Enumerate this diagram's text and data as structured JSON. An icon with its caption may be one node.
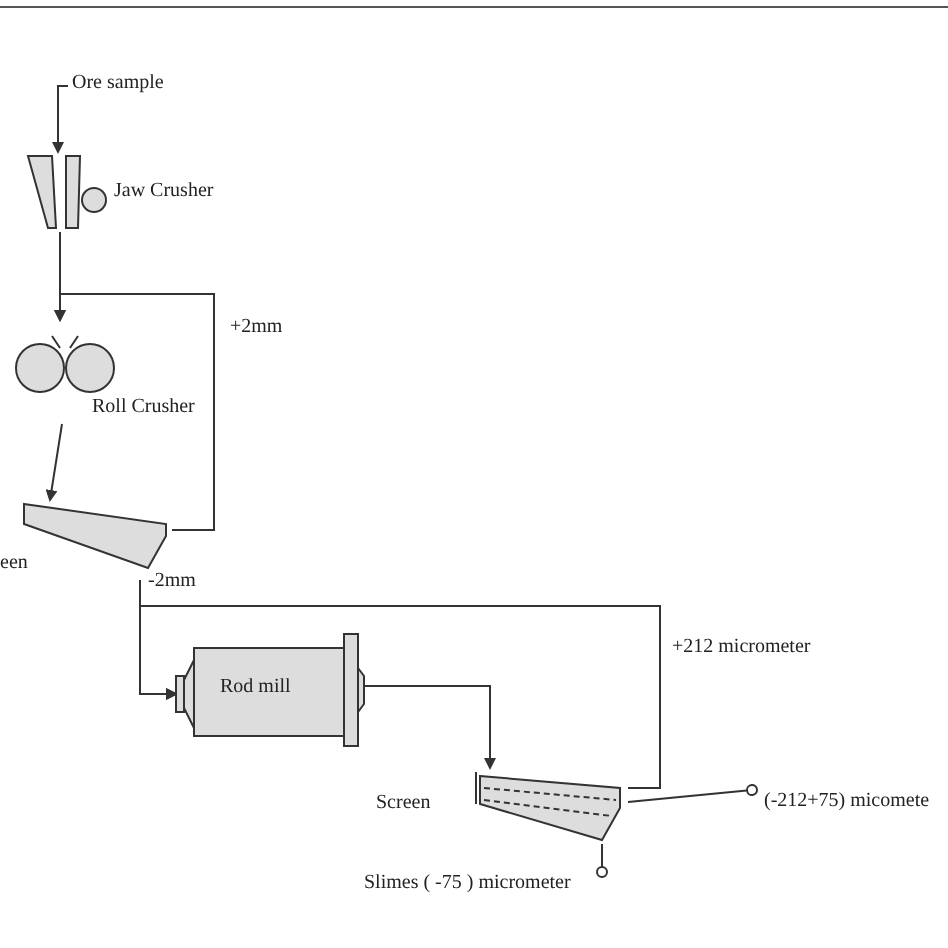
{
  "diagram": {
    "nodes": [
      {
        "text": [
          "Ore sample"
        ]
      },
      {
        "text": [
          "Jaw Crusher"
        ]
      },
      {
        "text": [
          "Roll Crusher"
        ]
      },
      {
        "text": [
          "een"
        ]
      },
      {
        "text": [
          "Rod mill"
        ]
      },
      {
        "text": [
          "Screen"
        ]
      },
      {
        "text": [
          "(-212+75) micomete"
        ]
      },
      {
        "text": [
          "Slimes ( -75 ) micrometer"
        ]
      }
    ],
    "edges": [
      {
        "from": 0,
        "to": 1,
        "arrow": "to"
      },
      {
        "from": 1,
        "to": 2,
        "arrow": "to"
      },
      {
        "from": 3,
        "to": 2,
        "label": "+2mm",
        "arrow": "to"
      },
      {
        "from": 2,
        "to": 3,
        "arrow": "to"
      },
      {
        "from": 3,
        "to": 4,
        "label": "-2mm",
        "arrow": "to"
      },
      {
        "from": 4,
        "to": 5,
        "arrow": "to"
      },
      {
        "from": 5,
        "to": 4,
        "label": "+212 micrometer",
        "arrow": "to"
      },
      {
        "from": 5,
        "to": 6,
        "arrow": "other"
      },
      {
        "from": 5,
        "to": 7,
        "arrow": "other"
      }
    ]
  }
}
